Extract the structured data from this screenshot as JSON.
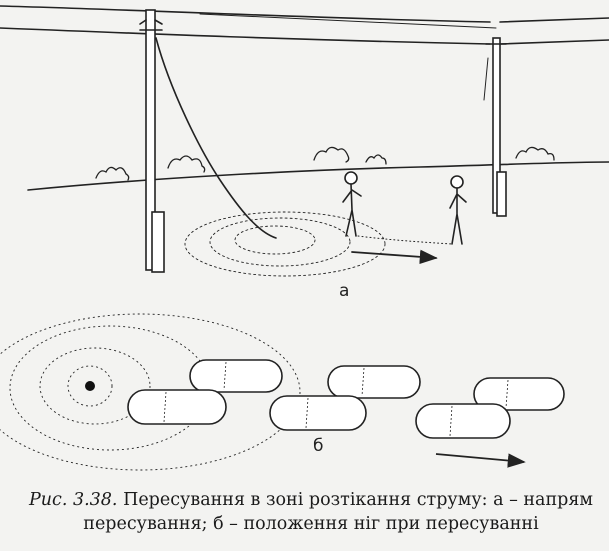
{
  "figure": {
    "label_a": "а",
    "label_b": "б"
  },
  "caption": {
    "number": "Рис. 3.38.",
    "line1": "Пересування в зоні розтікання струму: а – напрям",
    "line2": "пересування; б – положення ніг при пересуванні"
  }
}
